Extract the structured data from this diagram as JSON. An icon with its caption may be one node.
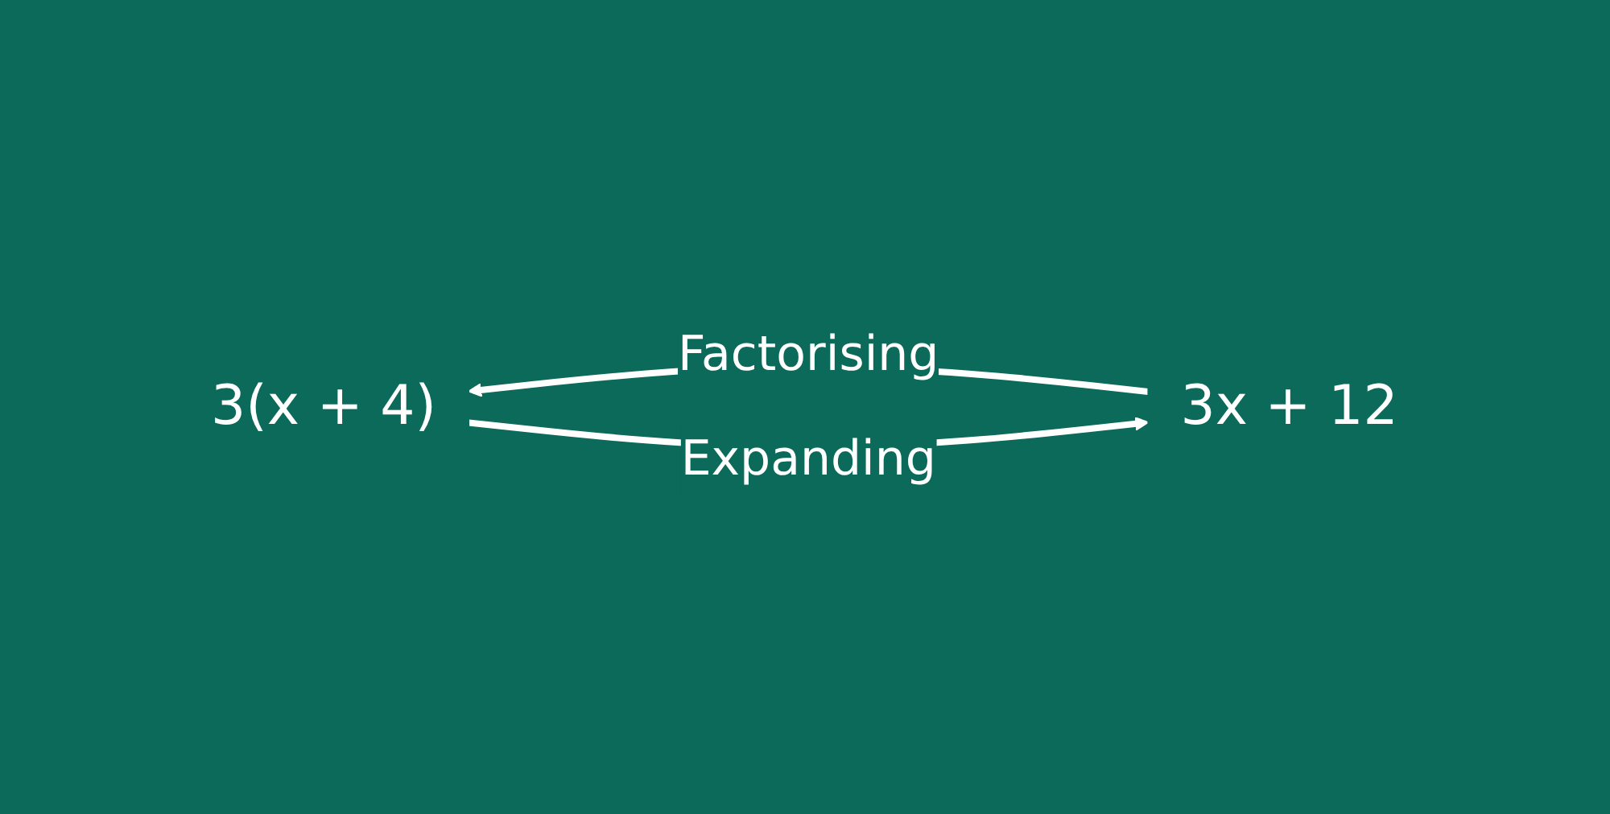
{
  "diagram": {
    "nodes": [
      {
        "text": [
          "3(x + 4)"
        ]
      },
      {
        "text": [
          "3x + 12"
        ]
      }
    ],
    "edges": [
      {
        "from": 1,
        "to": 0,
        "arrow": "to",
        "label": "Factorising"
      },
      {
        "from": 0,
        "to": 1,
        "arrow": "to",
        "label": "Expanding"
      }
    ]
  }
}
